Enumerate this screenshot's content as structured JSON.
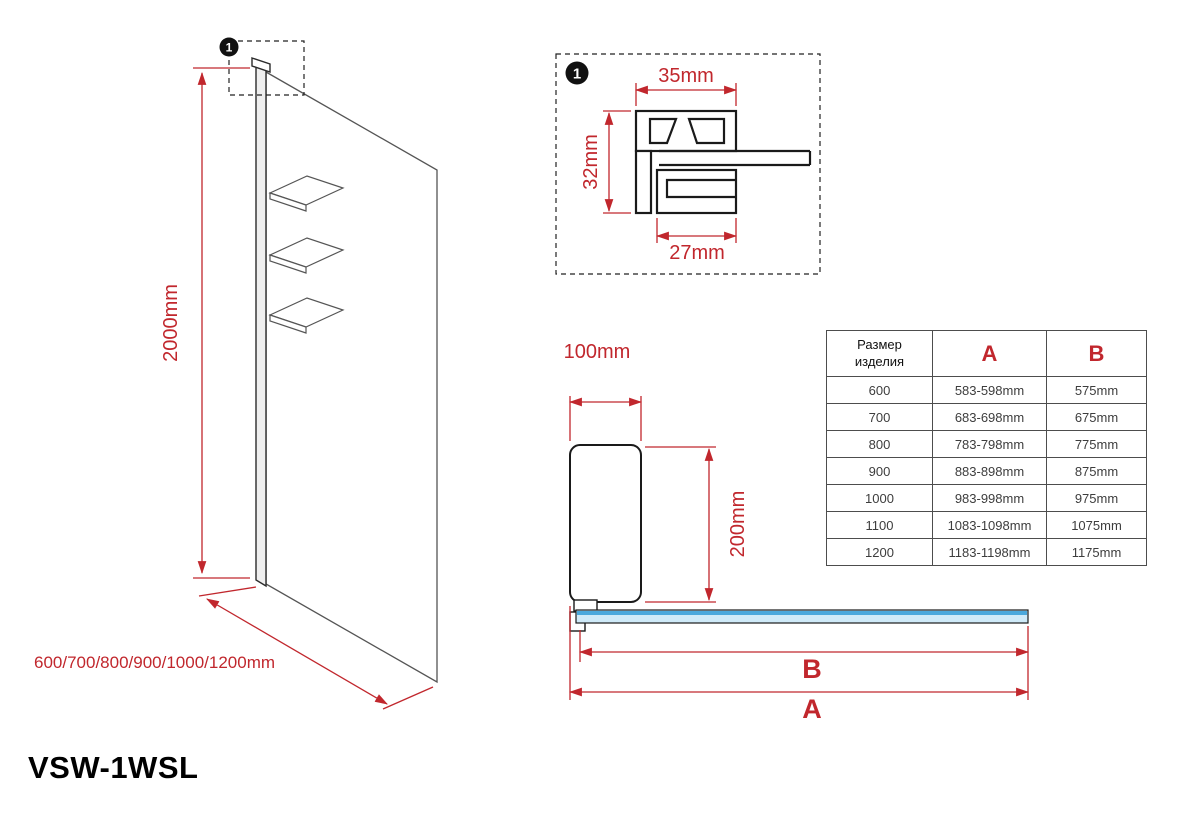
{
  "model": "VSW-1WSL",
  "colors": {
    "dimension_red": "#c1272d",
    "glass_blue": "#4aa8dc",
    "outline_black": "#1a1a1a"
  },
  "left_view": {
    "callout": "1",
    "height_label": "2000mm",
    "width_label": "600/700/800/900/1000/1200mm"
  },
  "detail_view": {
    "callout": "1",
    "top_width": "35mm",
    "side_height": "32mm",
    "bottom_width": "27mm"
  },
  "top_view": {
    "profile_width": "100mm",
    "profile_depth": "200mm",
    "dim_b": "B",
    "dim_a": "A"
  },
  "table": {
    "header": {
      "size": "Размер\nизделия",
      "a": "A",
      "b": "B"
    },
    "rows": [
      {
        "size": "600",
        "a": "583-598mm",
        "b": "575mm"
      },
      {
        "size": "700",
        "a": "683-698mm",
        "b": "675mm"
      },
      {
        "size": "800",
        "a": "783-798mm",
        "b": "775mm"
      },
      {
        "size": "900",
        "a": "883-898mm",
        "b": "875mm"
      },
      {
        "size": "1000",
        "a": "983-998mm",
        "b": "975mm"
      },
      {
        "size": "1100",
        "a": "1083-1098mm",
        "b": "1075mm"
      },
      {
        "size": "1200",
        "a": "1183-1198mm",
        "b": "1175mm"
      }
    ]
  }
}
